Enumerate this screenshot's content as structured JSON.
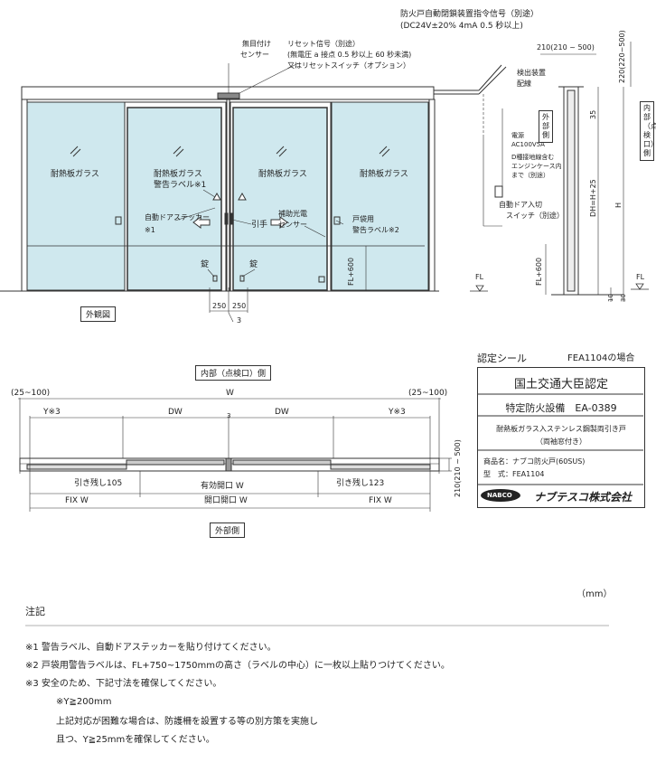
{
  "signal_top": {
    "line1": "防火戸自動閉鎖装置指令信号（別途）",
    "line2": "(DC24V±20% 4mA 0.5 秒以上)"
  },
  "sensor_label": {
    "line1": "無目付け",
    "line2": "センサー"
  },
  "reset_signal": {
    "line1": "リセット信号（別途）",
    "line2": "(無電圧 a 接点 0.5 秒以上 60 秒未満)",
    "line3": "又はリセットスイッチ（オプション）"
  },
  "detector": {
    "line1": "検出装置",
    "line2": "配線"
  },
  "power": {
    "line1": "電源",
    "line2": "AC100V5A",
    "line3": "D種接地線含む",
    "line4": "エンジンケース内",
    "line5": "まで（別途）"
  },
  "switch": {
    "line1": "自動ドア入切",
    "line2": "スイッチ（別途）"
  },
  "side_dims": {
    "w": "210(210 ~ 500)",
    "h": "220(220~500)",
    "d35": "35",
    "dh": "DH=H+25",
    "h_lbl": "H",
    "fl600": "FL+600",
    "d10": "10",
    "d30": "30",
    "fl": "FL"
  },
  "side_labels": {
    "outside": "外部側",
    "inside": "内部（点検口）側"
  },
  "front": {
    "glass": [
      "耐熱板ガラス",
      "耐熱板ガラス",
      "耐熱板ガラス",
      "耐熱板ガラス"
    ],
    "warning_label": "警告ラベル※1",
    "door_sticker": "自動ドアステッカー",
    "note1": "※1",
    "handle": "引手",
    "aux_sensor": {
      "line1": "補助光電",
      "line2": "センサー"
    },
    "pocket_label": {
      "line1": "戸袋用",
      "line2": "警告ラベル※2"
    },
    "lock": [
      "錠",
      "錠"
    ],
    "fl600": "FL+600",
    "fl": "FL",
    "dim250a": "250",
    "dim250b": "250",
    "dim3": "3",
    "caption": "外観図"
  },
  "plan": {
    "inside_label": "内部（点検口）側",
    "outside_label": "外部側",
    "w": "W",
    "left_range": "(25~100)",
    "right_range": "(25~100)",
    "y3_left": "Y※3",
    "y3_right": "Y※3",
    "dw_left": "DW",
    "dw_right": "DW",
    "center": "3",
    "left_remain": "引き残し105",
    "right_remain": "引き残し123",
    "effective": "有効開口 W",
    "fix_left": "FIX W",
    "fix_right": "FIX W",
    "opening": "開口開口 W",
    "depth": "210(210 ~ 500)"
  },
  "seal": {
    "header_left": "認定シール",
    "header_right": "FEA1104の場合",
    "title": "国土交通大臣認定",
    "spec": "特定防火設備　EA-0389",
    "desc1": "耐熱板ガラス入ステンレス鋼製両引き戸",
    "desc2": "（両袖窓付き）",
    "product": "商品名：ナブコ防火戸(60SUS)",
    "model": "型　式：FEA1104",
    "nabco": "NABCO",
    "company": "ナブテスコ株式会社"
  },
  "unit": "（mm）",
  "notes": {
    "title": "注記",
    "items": [
      "※1 警告ラベル、自動ドアステッカーを貼り付けてください。",
      "※2 戸袋用警告ラベルは、FL+750~1750mmの高さ（ラベルの中心）に一枚以上貼りつけてください。",
      "※3 安全のため、下記寸法を確保してください。",
      "※Y≧200mm",
      "上記対応が困難な場合は、防護柵を設置する等の別方策を実施し",
      "且つ、Y≧25mmを確保してください。"
    ]
  },
  "colors": {
    "glass": "#cfe8ee",
    "line": "#333333"
  }
}
